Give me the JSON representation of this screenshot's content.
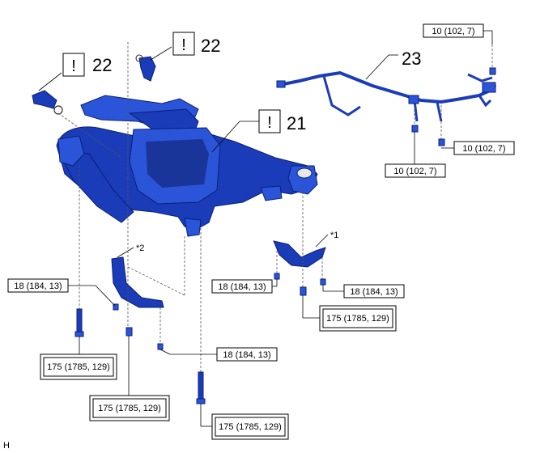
{
  "callouts": {
    "c22_left": "22",
    "c22_top": "22",
    "c21": "21",
    "c23": "23",
    "bracket1": "*1",
    "bracket2": "*2"
  },
  "caution_mark": "!",
  "torques": {
    "t_10a": "10 (102, 7)",
    "t_10b": "10 (102, 7)",
    "t_10c": "10 (102, 7)",
    "t_18a": "18 (184, 13)",
    "t_18b": "18 (184, 13)",
    "t_18c": "18 (184, 13)",
    "t_18d": "18 (184, 13)",
    "t_175a": "175 (1785, 129)",
    "t_175b": "175 (1785, 129)",
    "t_175c": "175 (1785, 129)",
    "t_175d": "175 (1785, 129)"
  },
  "corner_letter": "H",
  "colors": {
    "part_blue": "#1a3cb8",
    "part_dark": "#0b1c66"
  }
}
